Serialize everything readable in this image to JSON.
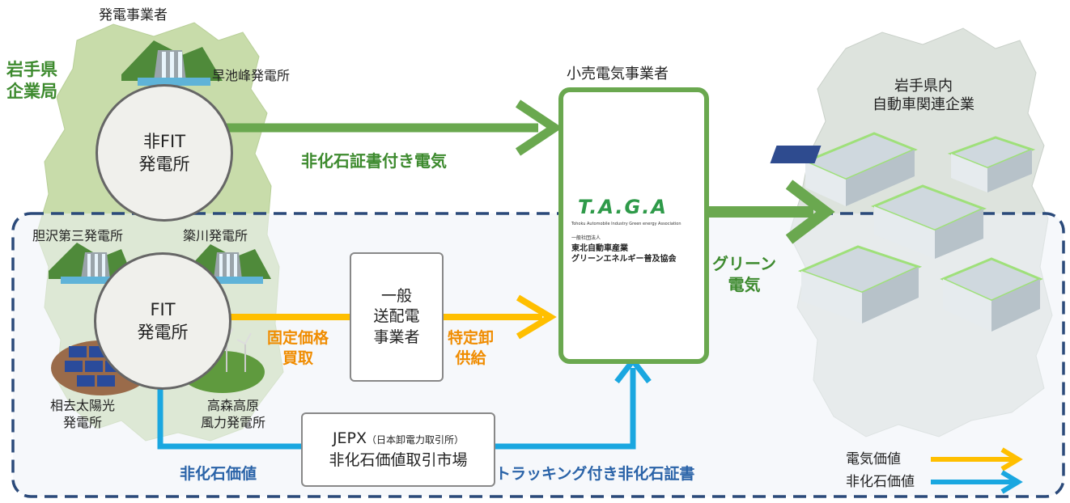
{
  "generator": {
    "title": "発電事業者",
    "org_line1": "岩手県",
    "org_line2": "企業局",
    "nonfit_plant": "早池峰発電所",
    "nonfit_circle_line1": "非FIT",
    "nonfit_circle_line2": "発電所",
    "fit_plants": {
      "top_left": "胆沢第三発電所",
      "top_right": "簗川発電所",
      "bottom_left_line1": "相去太陽光",
      "bottom_left_line2": "発電所",
      "bottom_right_line1": "高森高原",
      "bottom_right_line2": "風力発電所"
    },
    "fit_circle_line1": "FIT",
    "fit_circle_line2": "発電所"
  },
  "retailer": {
    "title": "小売電気事業者",
    "logo_text": "T.A.G.A",
    "logo_subtitle": "Tohoku Automobile Industry Green energy Association",
    "org_prefix": "一般社団法人",
    "org_line1": "東北自動車産業",
    "org_line2": "グリーンエネルギー普及協会"
  },
  "customers": {
    "title_line1": "岩手県内",
    "title_line2": "自動車関連企業"
  },
  "grid_operator": {
    "line1": "一般",
    "line2": "送配電",
    "line3": "事業者"
  },
  "jepx": {
    "name": "JEPX",
    "name_note": "（日本卸電力取引所）",
    "line2": "非化石価値取引市場"
  },
  "flows": {
    "nonfossil_power": "非化石証書付き電気",
    "green_line1": "グリーン",
    "green_line2": "電気",
    "fixed_price_line1": "固定価格",
    "fixed_price_line2": "買取",
    "specific_wholesale_line1": "特定卸",
    "specific_wholesale_line2": "供給",
    "nonfossil_value": "非化石価値",
    "tracking_cert": "トラッキング付き非化石証書"
  },
  "legend": {
    "power_value": "電気価値",
    "nonfossil_value": "非化石価値"
  },
  "colors": {
    "green": "#6aa84f",
    "orange": "#ffbf00",
    "blue": "#1aa7e0",
    "dashed_border": "#2b4a7a",
    "map_green": "#c8dcaa",
    "map_gray": "#dde3dd"
  }
}
